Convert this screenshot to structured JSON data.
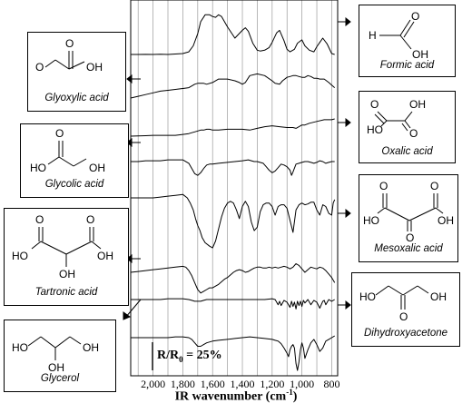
{
  "chart_data": {
    "type": "line",
    "xlabel": "IR wavenumber (cm",
    "xlabel_sup": "-1",
    "xlabel_close": ")",
    "x_axis": "reversed",
    "xlim": [
      2150,
      760
    ],
    "x_ticks": [
      "2,000",
      "1,800",
      "1,600",
      "1,400",
      "1,200",
      "1,000",
      "800"
    ],
    "x_tick_values": [
      2000,
      1800,
      1600,
      1400,
      1200,
      1000,
      800
    ],
    "gridlines_x": [
      2100,
      2000,
      1900,
      1800,
      1700,
      1600,
      1500,
      1400,
      1300,
      1200,
      1100,
      1000,
      900,
      800
    ],
    "scale_bar": {
      "label": "R/R",
      "sub": "0",
      "value": " = 25%"
    },
    "series": [
      {
        "name": "Formic acid",
        "side": "right",
        "x": [
          2150,
          2100,
          2050,
          2000,
          1950,
          1900,
          1850,
          1800,
          1760,
          1730,
          1700,
          1680,
          1650,
          1620,
          1600,
          1580,
          1560,
          1540,
          1500,
          1450,
          1400,
          1380,
          1360,
          1330,
          1300,
          1280,
          1250,
          1220,
          1200,
          1170,
          1150,
          1120,
          1100,
          1080,
          1050,
          1030,
          1000,
          980,
          950,
          920,
          900,
          880,
          860,
          830,
          800,
          780
        ],
        "y": [
          0,
          0,
          0.1,
          0,
          0.2,
          0,
          0.5,
          1,
          3,
          10,
          24,
          38,
          46,
          46,
          44,
          43,
          46,
          44,
          32,
          19,
          28,
          31,
          27,
          13,
          5,
          4,
          5,
          8,
          14,
          25,
          28,
          16,
          6,
          3,
          6,
          13,
          17,
          10,
          5,
          3,
          9,
          14,
          19,
          12,
          1,
          0
        ]
      },
      {
        "name": "Glyoxylic acid",
        "side": "left",
        "x": [
          2150,
          2100,
          2050,
          2000,
          1950,
          1900,
          1850,
          1800,
          1760,
          1740,
          1720,
          1700,
          1680,
          1660,
          1640,
          1600,
          1560,
          1500,
          1450,
          1420,
          1400,
          1380,
          1350,
          1300,
          1250,
          1200,
          1180,
          1150,
          1130,
          1100,
          1080,
          1060,
          1040,
          1020,
          1000,
          980,
          960,
          940,
          920,
          900,
          880,
          850,
          820,
          800,
          780
        ],
        "y": [
          0,
          2,
          4,
          6,
          8,
          9,
          10,
          11,
          12,
          14,
          16,
          17,
          17,
          17,
          16,
          18,
          22,
          22,
          20,
          18,
          16,
          18,
          26,
          28,
          26,
          20,
          17,
          16,
          20,
          24,
          25,
          26,
          26,
          25,
          24,
          24,
          26,
          25,
          23,
          23,
          22,
          22,
          18,
          15,
          12
        ]
      },
      {
        "name": "Oxalic acid",
        "side": "right",
        "x": [
          2150,
          2100,
          2050,
          2000,
          1950,
          1900,
          1850,
          1800,
          1760,
          1740,
          1720,
          1700,
          1680,
          1660,
          1640,
          1620,
          1600,
          1560,
          1500,
          1450,
          1400,
          1350,
          1300,
          1250,
          1200,
          1150,
          1100,
          1080,
          1060,
          1040,
          1020,
          1000,
          980,
          950,
          900,
          850,
          800,
          780
        ],
        "y": [
          0,
          0.2,
          0.5,
          1,
          1,
          1,
          1,
          2,
          3,
          4,
          5,
          6,
          7,
          7,
          8,
          8,
          7,
          7,
          8,
          8,
          8,
          7,
          9,
          11,
          12,
          11,
          10,
          10,
          10,
          9,
          11,
          13,
          13,
          15,
          17,
          19,
          19,
          20
        ]
      },
      {
        "name": "Glycolic acid",
        "side": "left",
        "x": [
          2150,
          2100,
          2050,
          2000,
          1950,
          1900,
          1850,
          1800,
          1760,
          1740,
          1720,
          1700,
          1680,
          1660,
          1640,
          1620,
          1600,
          1560,
          1500,
          1450,
          1400,
          1360,
          1340,
          1320,
          1300,
          1260,
          1240,
          1220,
          1200,
          1180,
          1160,
          1140,
          1120,
          1100,
          1080,
          1070,
          1060,
          1040,
          1020,
          1000,
          980,
          960,
          940,
          920,
          900,
          880,
          860,
          840,
          820,
          800,
          780
        ],
        "y": [
          0,
          0,
          1,
          1,
          1,
          2,
          2,
          2,
          -2,
          -8,
          -14,
          -16,
          -13,
          -8,
          -4,
          -3,
          -3,
          -2,
          -1,
          0,
          1,
          2,
          1,
          0,
          0,
          -2,
          -6,
          -10,
          -13,
          -11,
          -7,
          -3,
          -4,
          -6,
          -10,
          -16,
          -12,
          -3,
          -2,
          -1,
          0,
          0,
          -1,
          -2,
          -1,
          1,
          0,
          -2,
          -1,
          0,
          0
        ]
      },
      {
        "name": "Mesoxalic acid",
        "side": "right",
        "x": [
          2150,
          2100,
          2050,
          2000,
          1950,
          1900,
          1850,
          1800,
          1770,
          1750,
          1730,
          1715,
          1700,
          1685,
          1670,
          1650,
          1620,
          1600,
          1580,
          1560,
          1540,
          1520,
          1500,
          1480,
          1460,
          1440,
          1420,
          1400,
          1380,
          1360,
          1340,
          1320,
          1300,
          1280,
          1260,
          1240,
          1220,
          1200,
          1180,
          1160,
          1140,
          1120,
          1100,
          1080,
          1060,
          1040,
          1020,
          1000,
          980,
          960,
          940,
          920,
          900,
          880,
          860,
          840,
          820,
          800,
          790,
          780
        ],
        "y": [
          0,
          0,
          0,
          0,
          1,
          2,
          3,
          4,
          0,
          -6,
          -14,
          -24,
          -32,
          -38,
          -46,
          -52,
          -56,
          -58,
          -50,
          -36,
          -22,
          -12,
          -6,
          -4,
          -6,
          -14,
          -24,
          -10,
          -4,
          -10,
          -28,
          -38,
          -34,
          -16,
          -8,
          -6,
          -6,
          -10,
          -20,
          -10,
          -8,
          -8,
          -12,
          -26,
          -40,
          -14,
          -8,
          -6,
          -8,
          -7,
          -5,
          -5,
          -14,
          -20,
          -8,
          -10,
          -18,
          -20,
          -6,
          -2
        ]
      },
      {
        "name": "Tartronic acid",
        "side": "left",
        "x": [
          2150,
          2100,
          2050,
          2000,
          1950,
          1900,
          1850,
          1800,
          1780,
          1760,
          1740,
          1720,
          1700,
          1680,
          1660,
          1640,
          1620,
          1600,
          1580,
          1560,
          1540,
          1520,
          1500,
          1480,
          1460,
          1440,
          1420,
          1400,
          1380,
          1360,
          1340,
          1320,
          1300,
          1280,
          1260,
          1240,
          1220,
          1200,
          1180,
          1160,
          1140,
          1120,
          1100,
          1080,
          1060,
          1040,
          1020,
          1000,
          980,
          960,
          940,
          920,
          900,
          880,
          860,
          840,
          820,
          800,
          780
        ],
        "y": [
          0,
          1,
          2,
          3,
          4,
          5,
          6,
          7,
          6,
          2,
          -4,
          -12,
          -20,
          -24,
          -22,
          -20,
          -18,
          -18,
          -16,
          -14,
          -11,
          -8,
          -6,
          -3,
          0,
          2,
          3,
          2,
          0,
          1,
          3,
          5,
          6,
          6,
          5,
          5,
          6,
          5,
          6,
          5,
          6,
          7,
          6,
          4,
          6,
          10,
          8,
          4,
          0,
          3,
          6,
          5,
          4,
          6,
          5,
          2,
          -2,
          -6,
          -12
        ]
      },
      {
        "name": "Dihydroxyacetone",
        "side": "right",
        "x": [
          2150,
          2100,
          2050,
          2000,
          1950,
          1900,
          1850,
          1800,
          1760,
          1740,
          1720,
          1700,
          1680,
          1660,
          1640,
          1600,
          1560,
          1500,
          1450,
          1400,
          1350,
          1300,
          1250,
          1200,
          1180,
          1160,
          1150,
          1140,
          1120,
          1100,
          1080,
          1070,
          1060,
          1050,
          1040,
          1030,
          1020,
          1010,
          1000,
          990,
          980,
          960,
          940,
          920,
          900,
          880,
          860,
          850,
          840,
          820,
          800,
          780
        ],
        "y": [
          0,
          0,
          0,
          0,
          0,
          1,
          1,
          1,
          0,
          -1,
          -2,
          -2,
          -2,
          -1,
          0,
          0,
          0,
          0,
          0,
          0,
          0,
          0,
          0,
          1,
          0,
          -6,
          -2,
          -7,
          -1,
          -3,
          -9,
          -2,
          -8,
          -3,
          -11,
          -2,
          -7,
          -2,
          -8,
          -1,
          -4,
          0,
          -6,
          -1,
          -3,
          -10,
          -2,
          -1,
          -6,
          0,
          -2,
          0
        ]
      },
      {
        "name": "Glycerol",
        "side": "left",
        "x": [
          2150,
          2100,
          2050,
          2000,
          1950,
          1900,
          1850,
          1800,
          1760,
          1740,
          1720,
          1700,
          1680,
          1660,
          1640,
          1600,
          1560,
          1500,
          1450,
          1400,
          1350,
          1300,
          1250,
          1200,
          1180,
          1160,
          1140,
          1120,
          1100,
          1090,
          1080,
          1070,
          1060,
          1050,
          1040,
          1030,
          1020,
          1010,
          1000,
          990,
          980,
          960,
          940,
          920,
          900,
          880,
          860,
          840,
          820,
          800,
          780
        ],
        "y": [
          0,
          0,
          0,
          0,
          0,
          0,
          1,
          1,
          0,
          -2,
          -6,
          -10,
          -10,
          -8,
          -6,
          -4,
          -3,
          -2,
          -1,
          0,
          1,
          0,
          -1,
          -2,
          -3,
          -4,
          -7,
          -12,
          -18,
          -22,
          -14,
          -10,
          -8,
          -12,
          -30,
          -38,
          -28,
          -14,
          -6,
          -12,
          -24,
          -14,
          -6,
          -2,
          -8,
          -16,
          -12,
          -4,
          -2,
          0,
          2
        ]
      }
    ]
  },
  "labels": {
    "formic": {
      "name": "Formic acid",
      "atoms": [
        "H",
        "O",
        "OH"
      ]
    },
    "glyoxylic": {
      "name": "Glyoxylic acid",
      "atoms": [
        "O",
        "O",
        "OH"
      ]
    },
    "oxalic": {
      "name": "Oxalic acid",
      "atoms": [
        "O",
        "OH",
        "HO",
        "O"
      ]
    },
    "glycolic": {
      "name": "Glycolic acid",
      "atoms": [
        "O",
        "HO",
        "OH"
      ]
    },
    "mesoxalic": {
      "name": "Mesoxalic acid",
      "atoms": [
        "O",
        "O",
        "HO",
        "OH",
        "O"
      ]
    },
    "tartronic": {
      "name": "Tartronic acid",
      "atoms": [
        "O",
        "O",
        "HO",
        "OH",
        "OH"
      ]
    },
    "dihydroxyacetone": {
      "name": "Dihydroxyacetone",
      "atoms": [
        "HO",
        "OH",
        "O"
      ]
    },
    "glycerol": {
      "name": "Glycerol",
      "atoms": [
        "HO",
        "OH",
        "OH"
      ]
    }
  },
  "colors": {
    "ink": "#000000",
    "grid": "#9a9a9a",
    "background": "#ffffff"
  }
}
